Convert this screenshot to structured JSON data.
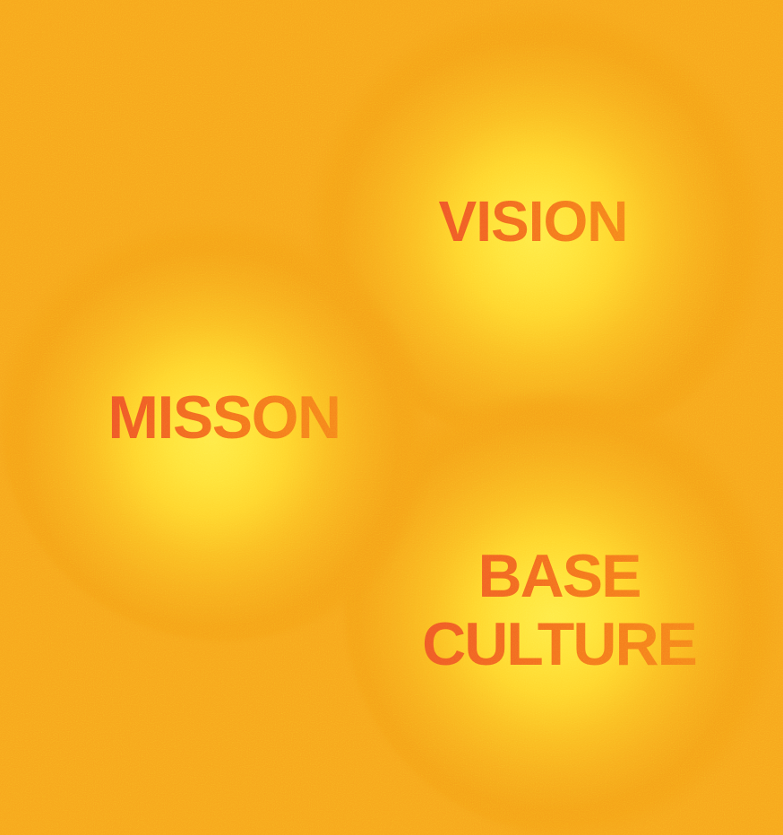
{
  "labels": {
    "vision": "VISION",
    "misson": "MISSON",
    "base_culture_line1": "BASE",
    "base_culture_line2": "CULTURE"
  },
  "colors": {
    "background": "#F7A41C",
    "glow_core": "#FFEA45",
    "glow_mid": "#FBBC22",
    "glow_rim": "#F5A018",
    "label_red": "#EE5226",
    "label_orange": "#F6831A"
  }
}
